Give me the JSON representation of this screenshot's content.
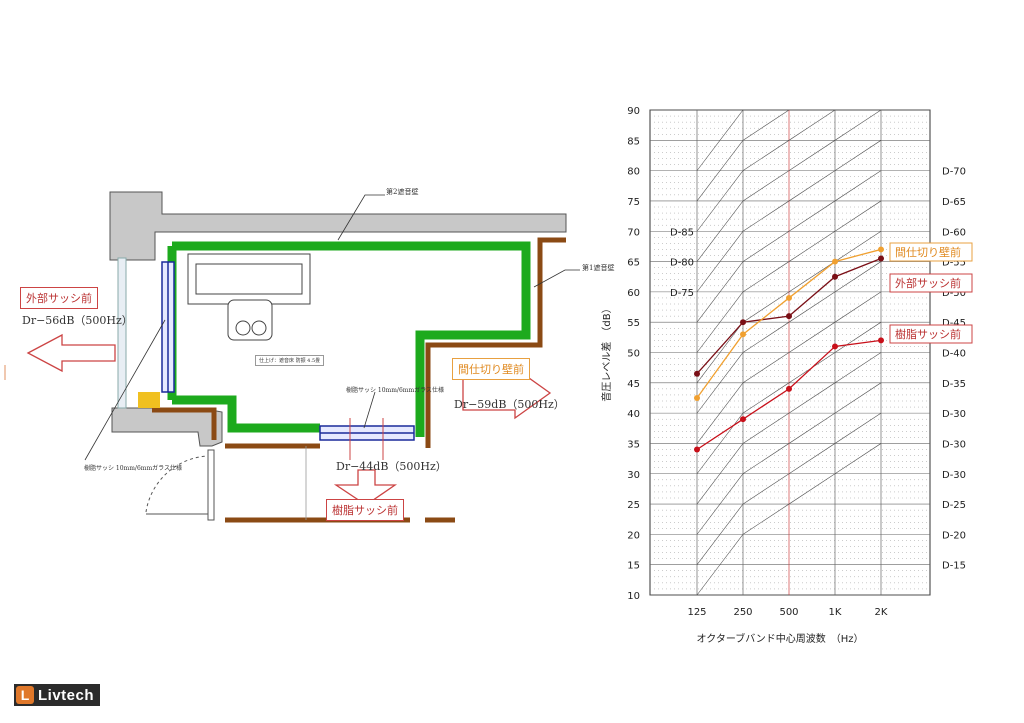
{
  "plan": {
    "wall2_label": "第2遮音壁",
    "wall1_label": "第1遮音壁",
    "outer_sash_title": "外部サッシ前",
    "outer_sash_value": "Dr−56dB（500Hz）",
    "partition_title": "間仕切り壁前",
    "partition_value": "Dr−59dB（500Hz）",
    "resin_sash_title": "樹脂サッシ前",
    "resin_sash_value": "Dr−44dB（500Hz）",
    "resin_spec_left": "樹脂サッシ 10mm/6mmガラス仕様",
    "resin_spec_bottom": "樹脂サッシ 10mm/6mmガラス仕様",
    "room_note": "仕上げ：遮音床 防振 4.5畳"
  },
  "chart_data": {
    "type": "line",
    "categories": [
      "125",
      "250",
      "500",
      "1K",
      "2K"
    ],
    "xlabel": "オクターブバンド中心周波数　（Hz）",
    "ylabel": "音圧レベル差　（dB）",
    "ylim": [
      10,
      90
    ],
    "yticks": [
      10,
      15,
      20,
      25,
      30,
      35,
      40,
      45,
      50,
      55,
      60,
      65,
      70,
      75,
      80,
      85,
      90
    ],
    "grid": true,
    "series": [
      {
        "name": "外部サッシ前",
        "values": [
          46.5,
          55,
          56,
          62.5,
          65.5
        ],
        "color": "#7a0f16"
      },
      {
        "name": "間仕切り壁前",
        "values": [
          42.5,
          53,
          59,
          65,
          67
        ],
        "color": "#f0a030"
      },
      {
        "name": "樹脂サッシ前",
        "values": [
          34,
          39,
          44,
          51,
          52
        ],
        "color": "#c8101a"
      }
    ],
    "d_curves": [
      "D-15",
      "D-20",
      "D-25",
      "D-30",
      "D-30",
      "D-30",
      "D-35",
      "D-40",
      "D-45",
      "D-50",
      "D-55",
      "D-60",
      "D-65",
      "D-70"
    ],
    "d_curves_left": [
      "D-85",
      "D-80",
      "D-75"
    ],
    "accent_red": "#d04040"
  }
}
